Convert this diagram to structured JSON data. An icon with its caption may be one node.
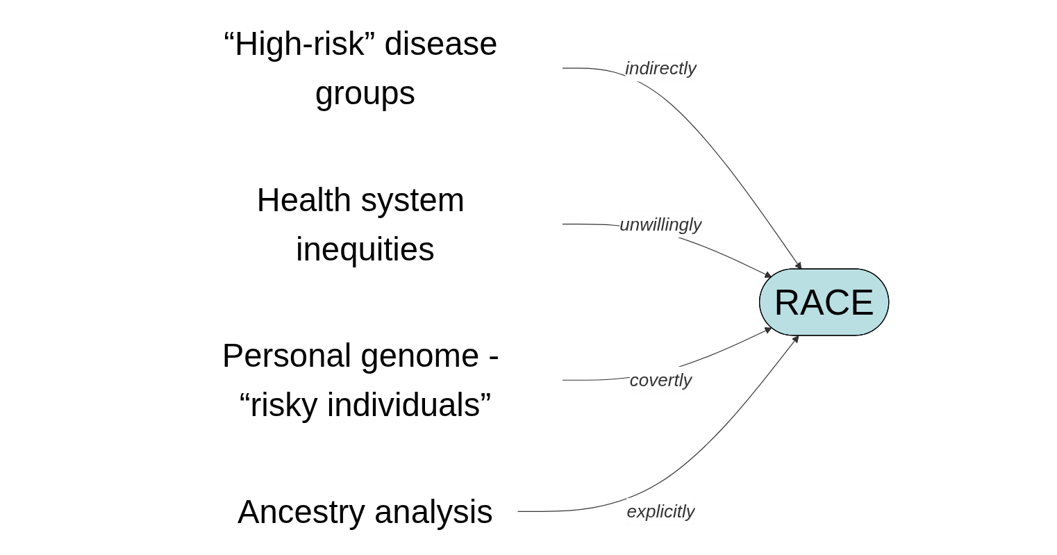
{
  "diagram": {
    "nodes": [
      {
        "text": [
          "“High-risk” disease groups"
        ]
      },
      {
        "text": [
          "Health system inequities"
        ]
      },
      {
        "text": [
          "RACE"
        ]
      },
      {
        "text": [
          "Personal genome - “risky individuals”"
        ]
      },
      {
        "text": [
          "Ancestry analysis"
        ]
      }
    ],
    "edges": [
      {
        "from": 0,
        "to": 2,
        "arrow": "to",
        "label": "indirectly"
      },
      {
        "from": 1,
        "to": 2,
        "arrow": "to",
        "label": "unwillingly"
      },
      {
        "from": 3,
        "to": 2,
        "arrow": "to",
        "label": "covertly"
      },
      {
        "from": 4,
        "to": 2,
        "arrow": "to",
        "label": "explicitly"
      }
    ]
  }
}
